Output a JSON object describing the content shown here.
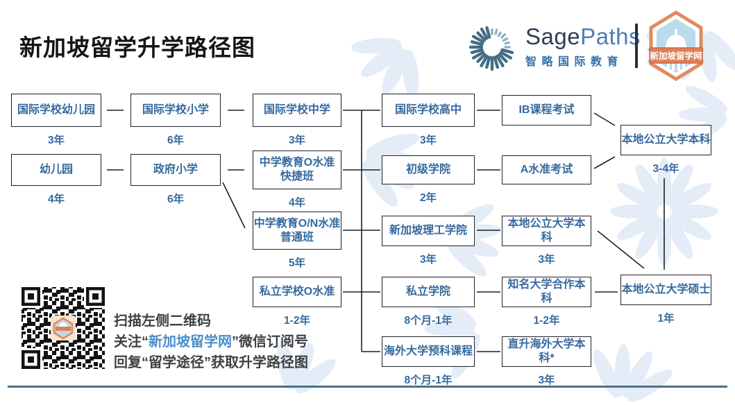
{
  "title": "新加坡留学升学路径图",
  "brand": {
    "name_sage": "Sage",
    "name_paths": "Paths",
    "subtitle": "智略国际教育",
    "badge_text": "新加坡留学网"
  },
  "diagram": {
    "nodes": [
      {
        "id": "intl-kindergarten",
        "label": "国际学校幼儿园",
        "duration": "3年"
      },
      {
        "id": "intl-primary",
        "label": "国际学校小学",
        "duration": "6年"
      },
      {
        "id": "intl-secondary",
        "label": "国际学校中学",
        "duration": "3年"
      },
      {
        "id": "intl-highschool",
        "label": "国际学校高中",
        "duration": "3年"
      },
      {
        "id": "ib-exam",
        "label": "IB课程考试"
      },
      {
        "id": "local-public-uni-bachelor-a",
        "label": "本地公立大学本科",
        "duration": "3-4年"
      },
      {
        "id": "kindergarten",
        "label": "幼儿园",
        "duration": "4年"
      },
      {
        "id": "govt-primary",
        "label": "政府小学",
        "duration": "6年"
      },
      {
        "id": "secondary-o-level-express",
        "label": "中学教育O水准",
        "label2": "快捷班",
        "duration": "4年"
      },
      {
        "id": "junior-college",
        "label": "初级学院",
        "duration": "2年"
      },
      {
        "id": "a-level-exam",
        "label": "A水准考试"
      },
      {
        "id": "secondary-on-level-normal",
        "label": "中学教育O/N水准",
        "label2": "普通班",
        "duration": "5年"
      },
      {
        "id": "singapore-polytechnic",
        "label": "新加坡理工学院",
        "duration": "3年"
      },
      {
        "id": "local-public-uni-bachelor-b",
        "label": "本地公立大学本科",
        "duration": "3年"
      },
      {
        "id": "private-school-o-level",
        "label": "私立学校O水准",
        "duration": "1-2年"
      },
      {
        "id": "private-college",
        "label": "私立学院",
        "duration": "8个月-1年"
      },
      {
        "id": "partner-uni-bachelor",
        "label": "知名大学合作本科",
        "duration": "1-2年"
      },
      {
        "id": "local-public-uni-master",
        "label": "本地公立大学硕士",
        "duration": "1年"
      },
      {
        "id": "overseas-uni-foundation",
        "label": "海外大学预科课程",
        "duration": "8个月-1年"
      },
      {
        "id": "overseas-uni-bachelor",
        "label": "直升海外大学本科*",
        "duration": "3年"
      }
    ]
  },
  "footer": {
    "line1": "扫描左侧二维码",
    "line2_prefix": "关注“",
    "line2_highlight": "新加坡留学网",
    "line2_suffix": "”微信订阅号",
    "line3": "回复“留学途径”获取升学路径图"
  },
  "colors": {
    "accent-blue": "#35699e",
    "box-border": "#1d2126",
    "link-blue": "#4b8fcc",
    "badge-orange": "#dd8058",
    "rule-teal": "#4a7088"
  }
}
